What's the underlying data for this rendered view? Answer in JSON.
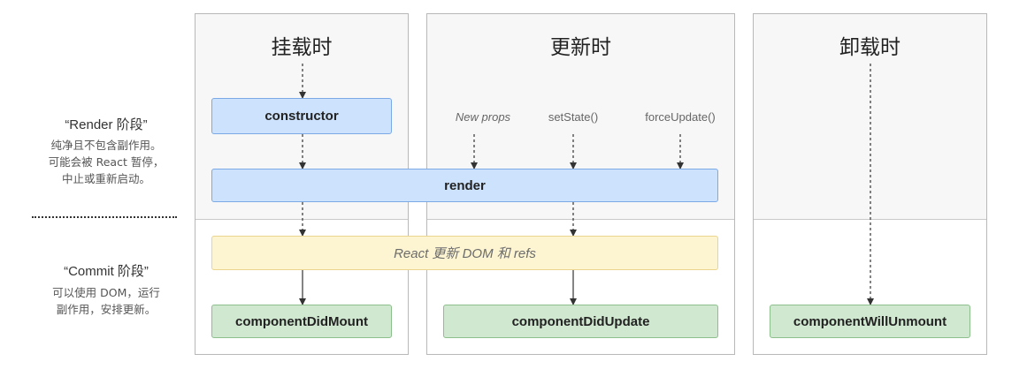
{
  "phases": {
    "render": {
      "title": "“Render 阶段”",
      "desc": [
        "纯净且不包含副作用。",
        "可能会被 React 暂停，",
        "中止或重新启动。"
      ]
    },
    "commit": {
      "title": "“Commit 阶段”",
      "desc": [
        "可以使用 DOM，运行",
        "副作用，安排更新。"
      ]
    }
  },
  "columns": {
    "mount": {
      "title": "挂载时"
    },
    "update": {
      "title": "更新时"
    },
    "unmount": {
      "title": "卸载时"
    }
  },
  "triggers": {
    "new_props": "New props",
    "set_state": "setState()",
    "force_update": "forceUpdate()"
  },
  "boxes": {
    "constructor": "constructor",
    "render": "render",
    "react_updates": "React 更新 DOM 和 refs",
    "did_mount": "componentDidMount",
    "did_update": "componentDidUpdate",
    "will_unmount": "componentWillUnmount"
  },
  "colors": {
    "lifecycle_blue": "#cde2fc",
    "react_yellow": "#fdf4d1",
    "commit_green": "#d0e7d0",
    "arrow": "#333333"
  }
}
